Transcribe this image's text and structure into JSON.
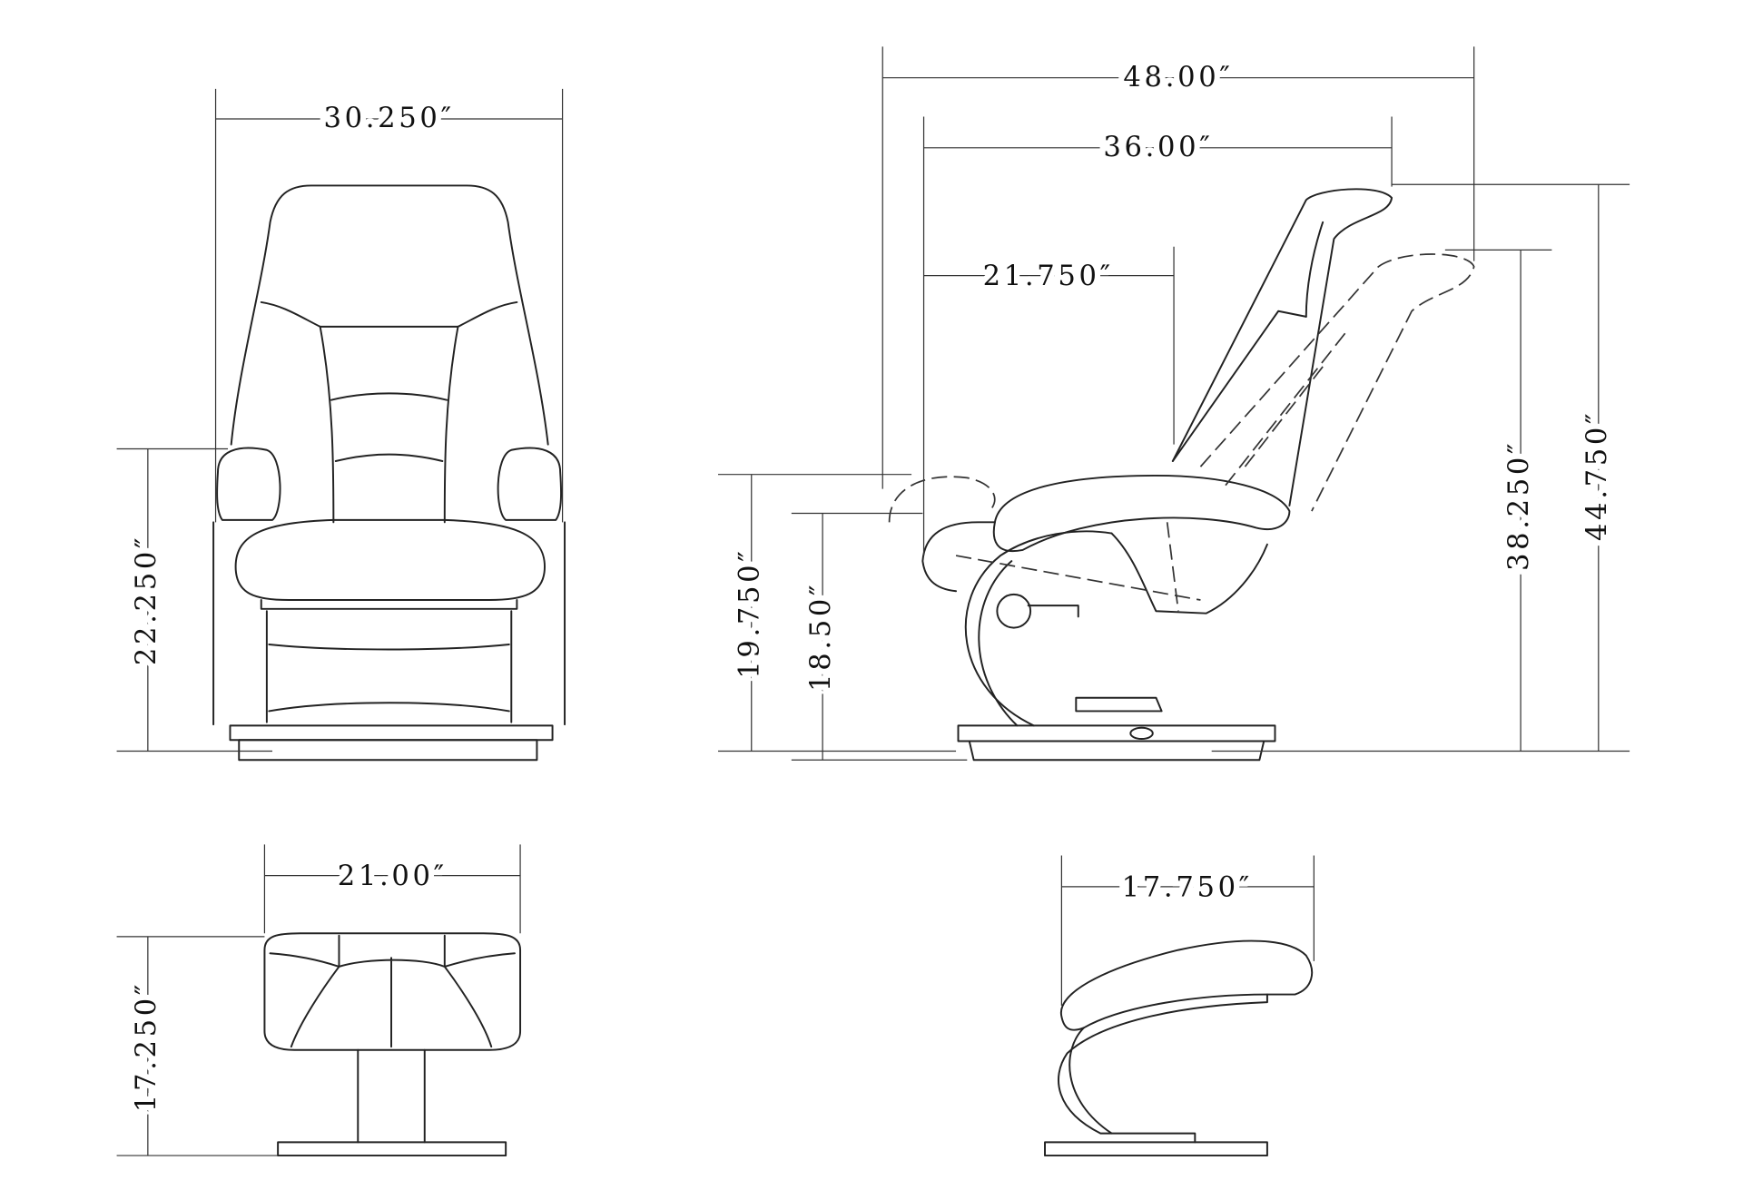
{
  "dimensions": {
    "chair_front_width": "30.250″",
    "chair_front_arm_height": "22.250″",
    "chair_side_reclined_length": "48.00″",
    "chair_side_upright_length": "36.00″",
    "chair_side_seat_depth": "21.750″",
    "chair_side_arm_height": "19.750″",
    "chair_side_seat_height": "18.50″",
    "chair_side_reclined_height": "38.250″",
    "chair_side_upright_height": "44.750″",
    "ottoman_front_width": "21.00″",
    "ottoman_front_height": "17.250″",
    "ottoman_side_depth": "17.750″"
  }
}
